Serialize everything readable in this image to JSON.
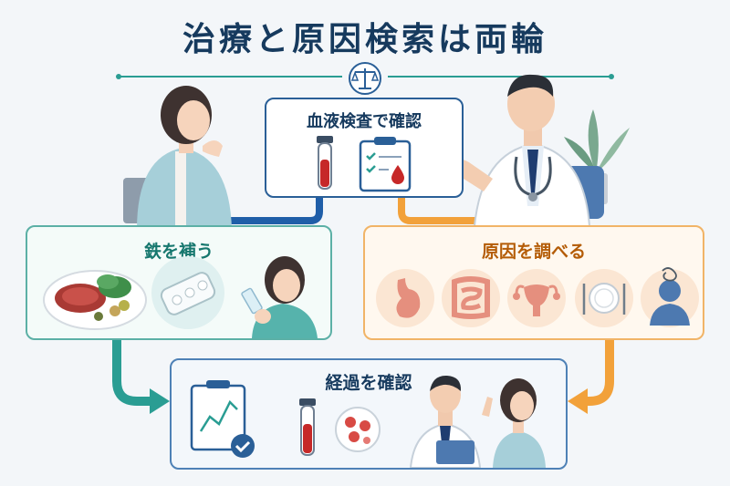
{
  "title": "治療と原因検索は両輪",
  "steps": {
    "blood_test": "血液検査で確認",
    "supplement_iron": "鉄を補う",
    "investigate_cause": "原因を調べる",
    "confirm_progress": "経過を確認"
  },
  "icons": {
    "header": "scales-icon",
    "blood_test": [
      "blood-tube-icon",
      "clipboard-check-icon"
    ],
    "supplement_iron": [
      "iron-rich-food-icon",
      "pill-icon",
      "woman-drinking-water-icon"
    ],
    "investigate_cause": [
      "stomach-icon",
      "intestine-icon",
      "uterus-icon",
      "meal-plate-icon",
      "stress-icon"
    ],
    "confirm_progress": [
      "chart-check-icon",
      "blood-tube-icon",
      "blood-cells-icon",
      "doctor-patient-icon"
    ]
  },
  "colors": {
    "title": "#163a5e",
    "teal": "#2a9d93",
    "orange": "#f2a13a",
    "navy": "#2a5f97"
  }
}
